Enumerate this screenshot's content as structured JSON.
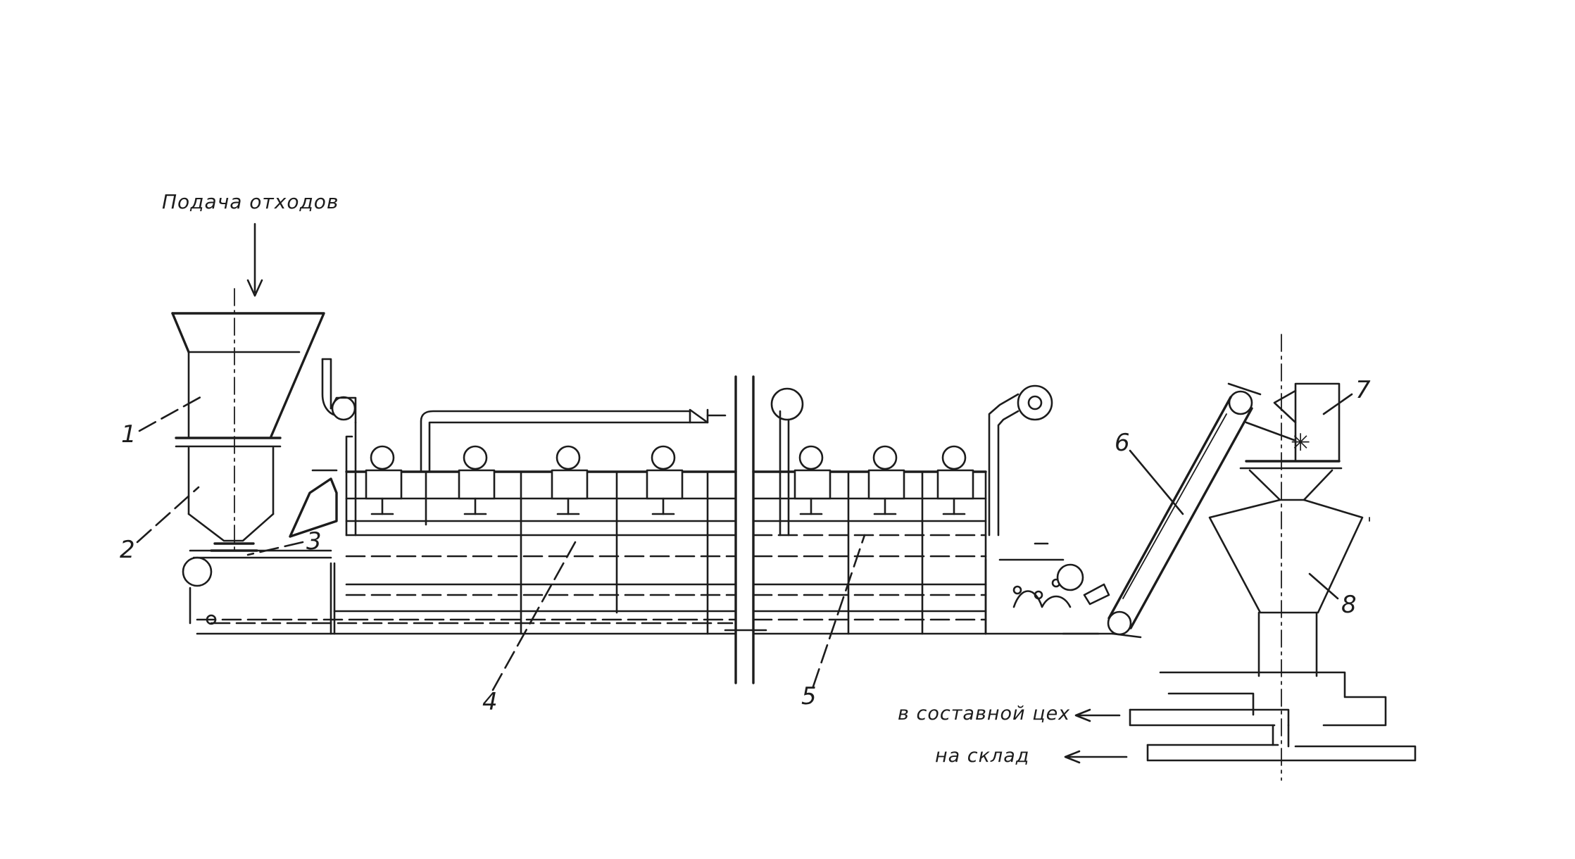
{
  "labels": {
    "feed": "Подача отходов",
    "to_shop": "в составной цех",
    "to_store": "на склад"
  },
  "callouts": [
    "1",
    "2",
    "3",
    "4",
    "5",
    "6",
    "7",
    "8"
  ]
}
